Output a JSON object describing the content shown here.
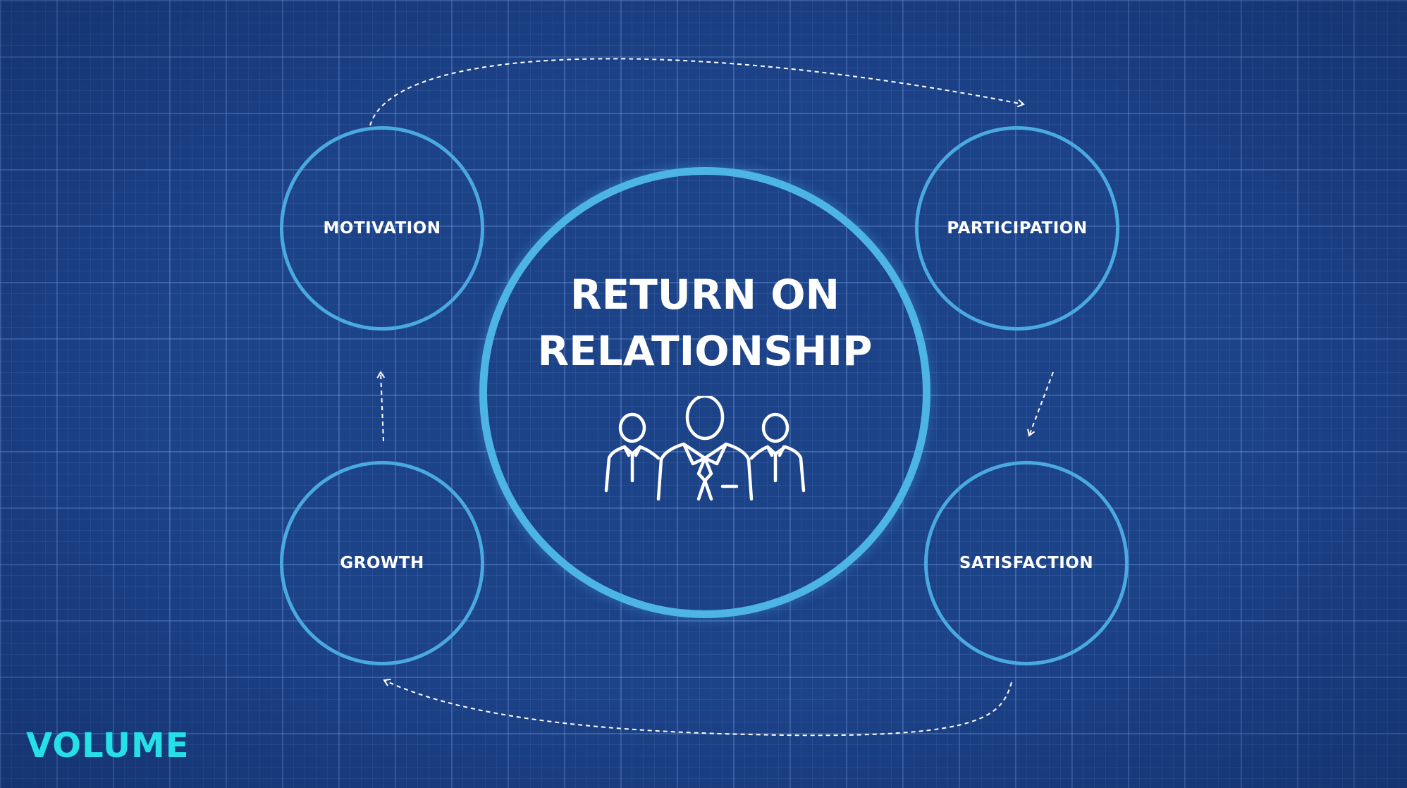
{
  "center": {
    "title_line1": "RETURN ON",
    "title_line2": "RELATIONSHIP",
    "icon": "team-people-icon"
  },
  "stages": [
    {
      "label": "MOTIVATION"
    },
    {
      "label": "PARTICIPATION"
    },
    {
      "label": "SATISFACTION"
    },
    {
      "label": "GROWTH"
    }
  ],
  "flow": [
    "MOTIVATION",
    "PARTICIPATION",
    "SATISFACTION",
    "GROWTH",
    "MOTIVATION"
  ],
  "brand": {
    "logo_text": "VOLUME"
  },
  "colors": {
    "background": "#1c4288",
    "circle_stroke": "#4aa9e0",
    "center_stroke": "#4db4e6",
    "text": "#ffffff",
    "brand": "#25e0e6"
  }
}
